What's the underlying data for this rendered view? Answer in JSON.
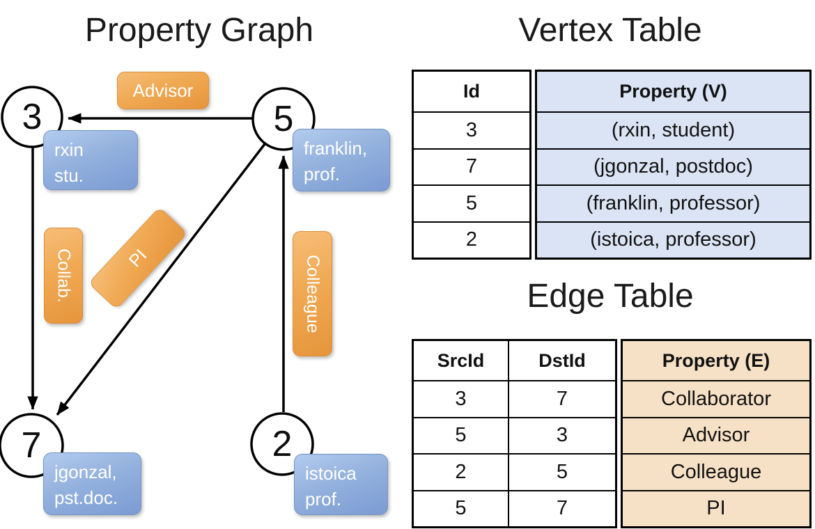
{
  "graph": {
    "title": "Property Graph",
    "nodes": [
      {
        "id": "3",
        "line1": "rxin",
        "line2": "stu."
      },
      {
        "id": "5",
        "line1": "franklin,",
        "line2": "prof."
      },
      {
        "id": "7",
        "line1": "jgonzal,",
        "line2": "pst.doc."
      },
      {
        "id": "2",
        "line1": "istoica",
        "line2": "prof."
      }
    ],
    "edges": [
      {
        "label": "Advisor",
        "from": "5",
        "to": "3"
      },
      {
        "label": "Collab.",
        "from": "3",
        "to": "7"
      },
      {
        "label": "PI",
        "from": "5",
        "to": "7"
      },
      {
        "label": "Colleague",
        "from": "2",
        "to": "5"
      }
    ]
  },
  "vertex_table": {
    "title": "Vertex Table",
    "columns": {
      "id": "Id",
      "property": "Property (V)"
    },
    "rows": [
      {
        "id": "3",
        "property": "(rxin, student)"
      },
      {
        "id": "7",
        "property": "(jgonzal, postdoc)"
      },
      {
        "id": "5",
        "property": "(franklin, professor)"
      },
      {
        "id": "2",
        "property": "(istoica, professor)"
      }
    ]
  },
  "edge_table": {
    "title": "Edge Table",
    "columns": {
      "src": "SrcId",
      "dst": "DstId",
      "property": "Property (E)"
    },
    "rows": [
      {
        "src": "3",
        "dst": "7",
        "property": "Collaborator"
      },
      {
        "src": "5",
        "dst": "3",
        "property": "Advisor"
      },
      {
        "src": "2",
        "dst": "5",
        "property": "Colleague"
      },
      {
        "src": "5",
        "dst": "7",
        "property": "PI"
      }
    ]
  },
  "colors": {
    "edge_label_orange": "#e6953c",
    "vertex_label_blue": "#7b9bd2",
    "vertex_table_fill": "#dbe4f4",
    "edge_table_fill": "#f7e1c6",
    "line_color": "#000000",
    "label_text": "#ffffff"
  }
}
